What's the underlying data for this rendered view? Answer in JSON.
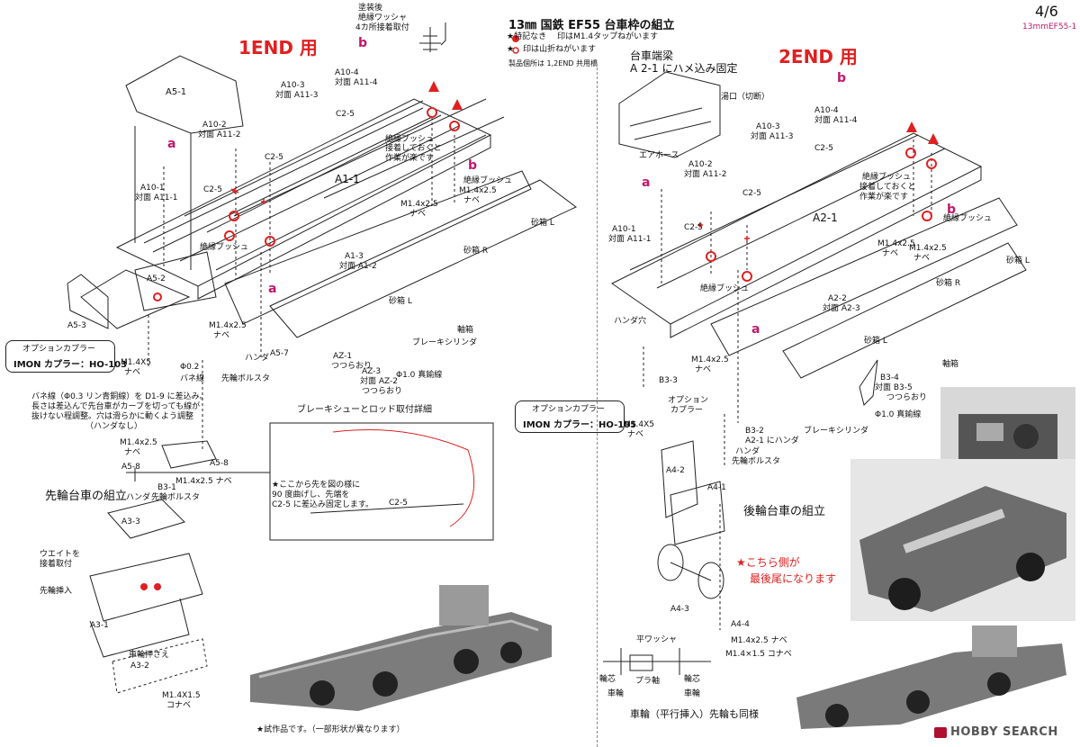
{
  "header": {
    "title": "13㎜ 国鉄 EF55 台車枠の組立",
    "note1": "★特記なき",
    "note1b": "印はM1.4タップねがいます",
    "note2": "★",
    "note2b": "印は山折ねがいます",
    "note3": "製品個所は 1,2END 共用橋",
    "page": "4/6",
    "docid": "13mmEF55-1"
  },
  "top_note": [
    "塗装後",
    "絶縁ワッシャ",
    "4カ所接着取付"
  ],
  "left": {
    "title": "1END 用",
    "labels": {
      "a5_1": "A5-1",
      "a10_2": "A10-2",
      "a10_2b": "対面 A11-2",
      "a10_3": "A10-3",
      "a10_3b": "対面 A11-3",
      "a10_4": "A10-4",
      "a10_4b": "対面 A11-4",
      "c2_5a": "C2-5",
      "c2_5b": "C2-5",
      "c2_5c": "C2-5",
      "a10_1": "A10-1",
      "a10_1b": "対面 A11-1",
      "a1_1": "A1-1",
      "insul1": "絶縁ブッシュ",
      "insul2": "絶縁ブッシュ",
      "bond1": "接着しておくと",
      "bond2": "作業が楽です",
      "m14a": "M1.4x2.5",
      "m14b": "ナベ",
      "m14c": "M1.4x2.5",
      "m14d": "ナベ",
      "a1_3": "A1-3",
      "a1_3b": "対面 A1-2",
      "sand_l": "砂箱 L",
      "sand_r": "砂箱 R",
      "sand_l2": "砂箱 L",
      "axle": "軸箱",
      "a5_2": "A5-2",
      "a5_3": "A5-3",
      "m14e": "M1.4x2.5",
      "m14f": "ナベ",
      "a5_7": "A5-7",
      "handa": "ハンダ",
      "az1": "AZ-1",
      "az1b": "つつらおり",
      "az3": "AZ-3",
      "az3b": "対面 AZ-2",
      "az3c": "つつらおり",
      "brake": "ブレーキシリンダ",
      "wire": "Φ1.0 真鍮線",
      "phi02": "Φ0.2",
      "spring": "バネ線",
      "bolster": "先輪ボルスタ",
      "m14x5": "M1.4X5",
      "nabe": "ナベ"
    },
    "coupler": {
      "title": "オプションカプラー",
      "model": "IMON カプラー：HO-103"
    },
    "spring_note": [
      "バネ線（Φ0.3 リン青銅線）を D1-9 に差込み。",
      "長さは差込んで先台車がカーブを切っても線が",
      "抜けない程調整。穴は滑らかに動くよう調整",
      "（ハンダなし）"
    ],
    "assy": {
      "title": "先輪台車の組立",
      "m14a": "M1.4x2.5",
      "nabe": "ナベ",
      "a5_8": "A5-8",
      "a5_8b": "A5-8",
      "b3_1": "B3-1",
      "bolster": "先輪ボルスタ",
      "handa": "ハンダ",
      "m14b": "M1.4x2.5 ナベ",
      "a3_3": "A3-3",
      "weight1": "ウエイトを",
      "weight2": "接着取付",
      "insert": "先輪挿入",
      "a3_1": "A3-1",
      "press": "車輪押さえ",
      "a3_2": "A3-2",
      "m14c": "M1.4X1.5",
      "konabe": "コナベ"
    },
    "detail": {
      "title": "ブレーキシューとロッド取付詳細",
      "note": [
        "★ここから先を図の様に",
        "90 度曲げし、先端を",
        "C2-5 に差込み固定します。"
      ],
      "c2_5": "C2-5"
    },
    "caption": "★試作品です。（一部形状が異なります）"
  },
  "right": {
    "title": "2END 用",
    "head1": "台車端梁",
    "head2": "A 2-1 にハメ込み固定",
    "labels": {
      "yuguchi": "湯口（切断）",
      "a10_4": "A10-4",
      "a10_4b": "対面 A11-4",
      "a10_3": "A10-3",
      "a10_3b": "対面 A11-3",
      "air": "エアホース",
      "a10_2": "A10-2",
      "a10_2b": "対面 A11-2",
      "insul1": "絶縁ブッシュ",
      "insul2": "絶縁ブッシュ",
      "insul3": "絶縁ブッシュ",
      "bond1": "接着しておくと",
      "bond2": "作業が楽です",
      "c2_5a": "C2-5",
      "c2_5b": "C2-5",
      "c2_5c": "C2-5",
      "a2_1": "A2-1",
      "a10_1": "A10-1",
      "a10_1b": "対面 A11-1",
      "m14a": "M1.4x2.5",
      "m14b": "ナベ",
      "m14c": "M1.4x2.5",
      "m14d": "ナベ",
      "sand_l": "砂箱 L",
      "sand_r": "砂箱 R",
      "sand_l2": "砂箱 L",
      "axle": "軸箱",
      "handa_ana": "ハンダ穴",
      "a2_2": "A2-2",
      "a2_2b": "対面 A2-3",
      "m14e": "M1.4x2.5",
      "m14f": "ナベ",
      "b3_3": "B3-3",
      "opt1": "オプション",
      "opt2": "カプラー",
      "b3_4": "B3-4",
      "b3_4b": "対面 B3-5",
      "b3_4c": "つつらおり",
      "brake": "ブレーキシリンダ",
      "wire": "Φ1.0 真鍮線",
      "b3_2": "B3-2",
      "b3_2b": "A2-1 にハンダ",
      "handa": "ハンダ",
      "bolster": "先輪ボルスタ",
      "m14x5": "M1.4X5",
      "nabe": "ナベ"
    },
    "coupler": {
      "title": "オプションカプラー",
      "model": "IMON カプラー：HO-105"
    },
    "assy": {
      "title": "後輪台車の組立",
      "a4_2": "A4-2",
      "a4_1": "A4-1",
      "a4_3": "A4-3",
      "a4_4": "A4-4",
      "washer": "平ワッシャ",
      "m14a": "M1.4x2.5 ナベ",
      "m14b": "M1.4×1.5 コナベ",
      "core1": "輪芯",
      "core2": "輪芯",
      "wheel1": "車輪",
      "wheel2": "車輪",
      "plastic": "プラ軸",
      "caption": "車輪（平行挿入）先輪も同様"
    },
    "red_note": [
      "★こちら側が",
      "最後尾になります"
    ]
  },
  "footer": {
    "logo": "HOBBY SEARCH"
  },
  "colors": {
    "accent_red": "#e02020",
    "magenta": "#c0186a",
    "line": "#222222"
  }
}
